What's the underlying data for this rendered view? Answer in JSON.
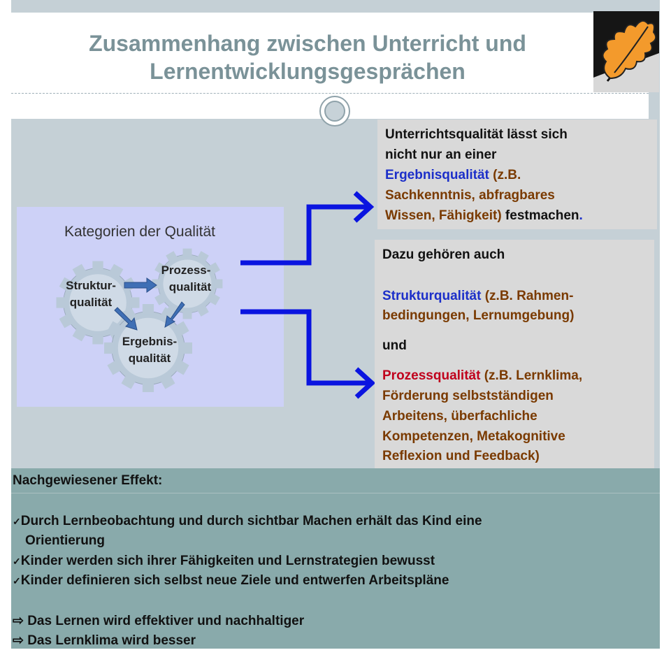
{
  "title": {
    "line1": "Zusammenhang zwischen Unterricht und",
    "line2": "Lernentwicklungsgesprächen"
  },
  "gear_diagram": {
    "heading": "Kategorien der Qualität",
    "gears": [
      {
        "line1": "Struktur-",
        "line2": "qualität"
      },
      {
        "line1": "Prozess-",
        "line2": "qualität"
      },
      {
        "line1": "Ergebnis-",
        "line2": "qualität"
      }
    ]
  },
  "box1": {
    "l1": "Unterrichtsqualität lässt sich",
    "l2": "nicht nur an einer",
    "l3_blue": "Ergebnisqualität",
    "l3_rest": " (z.B.",
    "l4": "Sachkenntnis, abfragbares",
    "l5_brown": "Wissen, Fähigkeit)",
    "l5_black": " festmachen",
    "l5_dot": "."
  },
  "box2": {
    "intro": "Dazu gehören auch",
    "s1_blue": "Strukturqualität",
    "s1_rest": " (z.B. Rahmen-",
    "s2": "bedingungen, Lernumgebung)",
    "und": "und",
    "p1_red": "Prozessqualität",
    "p1_rest": " (z.B. Lernklima,",
    "p2": "Förderung selbstständigen",
    "p3": "Arbeitens, überfachliche",
    "p4": "Kompetenzen, Metakognitive",
    "p5": "Reflexion und Feedback)"
  },
  "effect": {
    "heading": "Nachgewiesener Effekt:",
    "checks": [
      "Durch Lernbeobachtung und durch sichtbar Machen erhält das Kind eine",
      "Orientierung",
      "Kinder werden sich ihrer Fähigkeiten und Lernstrategien bewusst",
      "Kinder definieren sich selbst neue Ziele und entwerfen Arbeitspläne"
    ],
    "results": [
      "Das Lernen wird effektiver und nachhaltiger",
      "Das Lernklima wird besser"
    ]
  },
  "colors": {
    "title": "#7a9298",
    "blue": "#1c2fc9",
    "arrow": "#0a14e0",
    "bottom_panel": "#89aaab",
    "gear": "#b8c8d8"
  },
  "icons": [
    "oak-leaf-logo",
    "circle-ornament",
    "gear-icon",
    "checkmark-icon",
    "right-arrow-icon"
  ]
}
